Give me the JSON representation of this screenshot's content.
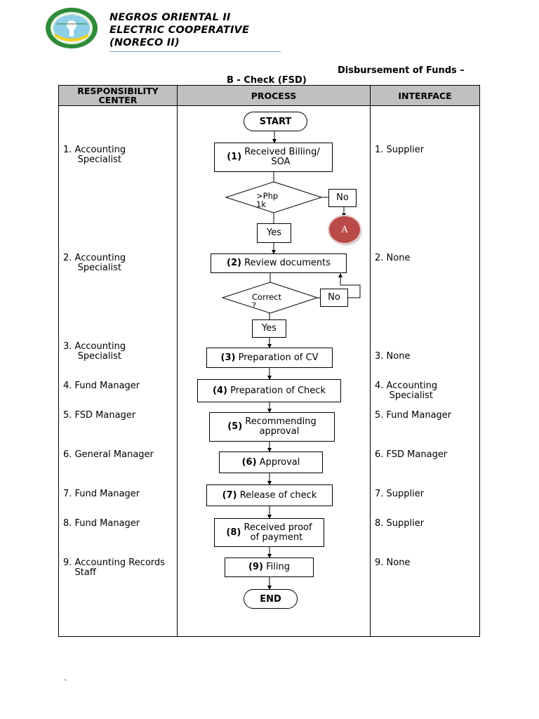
{
  "header": {
    "company_line1": "NEGROS ORIENTAL II",
    "company_line2": "ELECTRIC COOPERATIVE",
    "company_line3": "(NORECO II)",
    "title_line1": "Disbursement of Funds –",
    "title_line2": "B - Check (FSD)"
  },
  "table": {
    "col_responsibility": "RESPONSIBILITY\nCENTER",
    "col_process": "PROCESS",
    "col_interface": "INTERFACE"
  },
  "responsibility": [
    "1. Accounting\n     Specialist",
    "2. Accounting\n     Specialist",
    "3. Accounting\n     Specialist",
    "4. Fund Manager",
    "5. FSD Manager",
    "6. General Manager",
    "7. Fund Manager",
    "8. Fund Manager",
    "9. Accounting Records\n    Staff"
  ],
  "interface": [
    "1. Supplier",
    "2. None",
    "3. None",
    "4. Accounting\n     Specialist",
    "5. Fund Manager",
    "6. FSD Manager",
    "7. Supplier",
    "8. Supplier",
    "9. None"
  ],
  "flow": {
    "start": "START",
    "end": "END",
    "decision1": ">Php\n1k",
    "decision1_no": "No",
    "decision1_yes": "Yes",
    "connector": "A",
    "decision2": "Correct\n?",
    "decision2_no": "No",
    "decision2_yes": "Yes",
    "steps": [
      {
        "num": "(1)",
        "text": " Received Billing/\nSOA"
      },
      {
        "num": "(2)",
        "text": " Review documents"
      },
      {
        "num": "(3)",
        "text": " Preparation of CV"
      },
      {
        "num": "(4)",
        "text": " Preparation of Check"
      },
      {
        "num": "(5)",
        "text": " Recommending\napproval"
      },
      {
        "num": "(6)",
        "text": " Approval"
      },
      {
        "num": "(7)",
        "text": " Release of check"
      },
      {
        "num": "(8)",
        "text": " Received proof\nof payment"
      },
      {
        "num": "(9)",
        "text": " Filing"
      }
    ]
  },
  "footer": {
    "mark": "`"
  }
}
